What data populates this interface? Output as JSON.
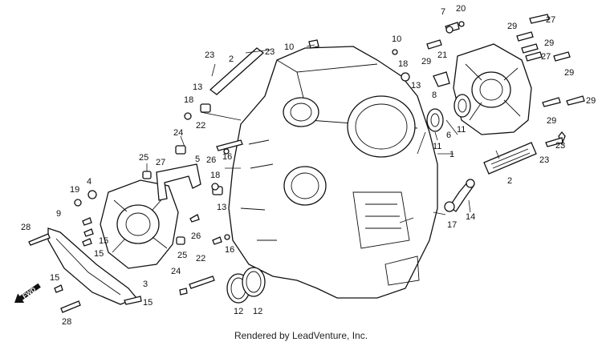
{
  "footer": {
    "rendered_by": "Rendered by LeadVenture, Inc."
  },
  "fwd_marker": {
    "label": "FWD"
  },
  "callouts": {
    "c1": "1",
    "c2a": "2",
    "c2b": "2",
    "c3": "3",
    "c4": "4",
    "c5": "5",
    "c6": "6",
    "c7": "7",
    "c8": "8",
    "c9": "9",
    "c10a": "10",
    "c10b": "10",
    "c11a": "11",
    "c11b": "11",
    "c12a": "12",
    "c12b": "12",
    "c13a": "13",
    "c13b": "13",
    "c13c": "13",
    "c14": "14",
    "c15a": "15",
    "c15b": "15",
    "c15c": "15",
    "c15d": "15",
    "c16a": "16",
    "c16b": "16",
    "c17": "17",
    "c18a": "18",
    "c18b": "18",
    "c18c": "18",
    "c19": "19",
    "c20": "20",
    "c21": "21",
    "c22a": "22",
    "c22b": "22",
    "c23a": "23",
    "c23b": "23",
    "c23c": "23",
    "c23d": "23",
    "c24a": "24",
    "c24b": "24",
    "c25a": "25",
    "c25b": "25",
    "c26a": "26",
    "c26b": "26",
    "c27a": "27",
    "c27b": "27",
    "c27c": "27",
    "c28a": "28",
    "c28b": "28",
    "c29a": "29",
    "c29b": "29",
    "c29c": "29",
    "c29d": "29",
    "c29e": "29",
    "c29f": "29"
  }
}
